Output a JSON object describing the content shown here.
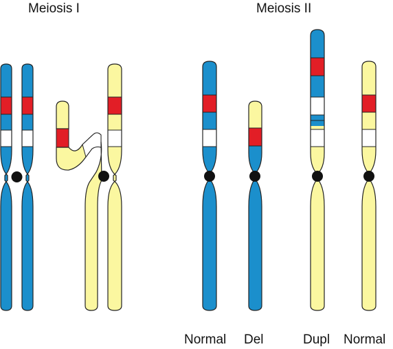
{
  "headings": {
    "meiosis1": "Meiosis I",
    "meiosis2": "Meiosis II"
  },
  "labels": {
    "normal_left": "Normal",
    "del": "Del",
    "dupl": "Dupl",
    "normal_right": "Normal"
  },
  "colors": {
    "blue": "#1b8fcc",
    "yellow": "#fbf7a0",
    "red": "#e21e26",
    "white": "#ffffff",
    "outline": "#222222",
    "centromere": "#111111"
  }
}
